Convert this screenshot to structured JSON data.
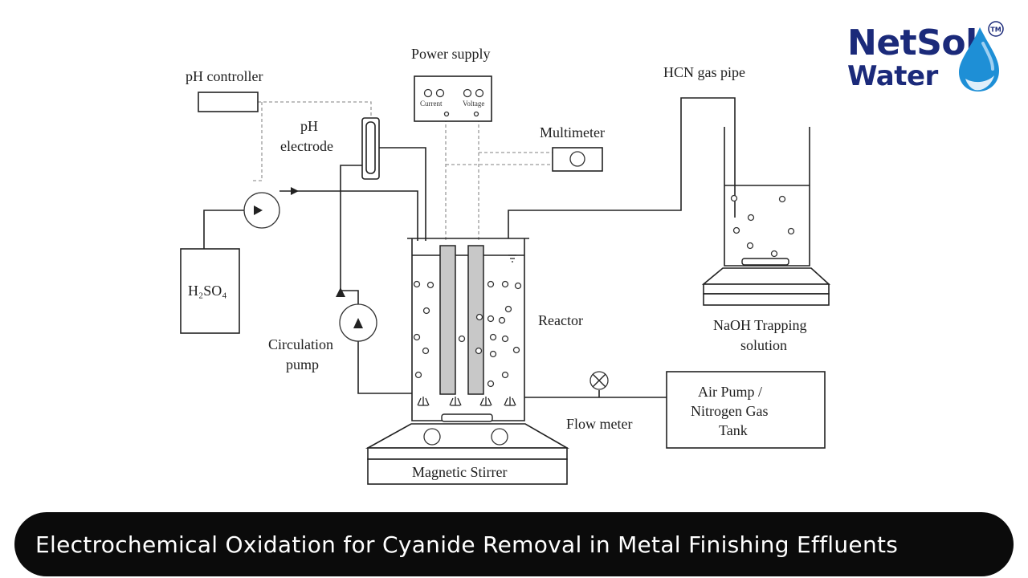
{
  "diagram": {
    "labels": {
      "power_supply": "Power supply",
      "current": "Current",
      "voltage": "Voltage",
      "ph_controller": "pH controller",
      "ph_electrode_1": "pH",
      "ph_electrode_2": "electrode",
      "multimeter": "Multimeter",
      "hcn_gas_pipe": "HCN gas pipe",
      "acid": "H₂SO₄",
      "circulation_pump_1": "Circulation",
      "circulation_pump_2": "pump",
      "reactor": "Reactor",
      "naoh_1": "NaOH Trapping",
      "naoh_2": "solution",
      "air_pump_1": "Air Pump /",
      "air_pump_2": "Nitrogen Gas",
      "air_pump_3": "Tank",
      "flow_meter": "Flow meter",
      "magnetic_stirrer": "Magnetic Stirrer"
    }
  },
  "logo": {
    "line1": "NetSol",
    "line2": "Water",
    "trademark": "TM",
    "color": "#1b2a7a",
    "accent": "#1e8fd6"
  },
  "banner": {
    "title": "Electrochemical Oxidation for Cyanide Removal in Metal Finishing Effluents"
  }
}
